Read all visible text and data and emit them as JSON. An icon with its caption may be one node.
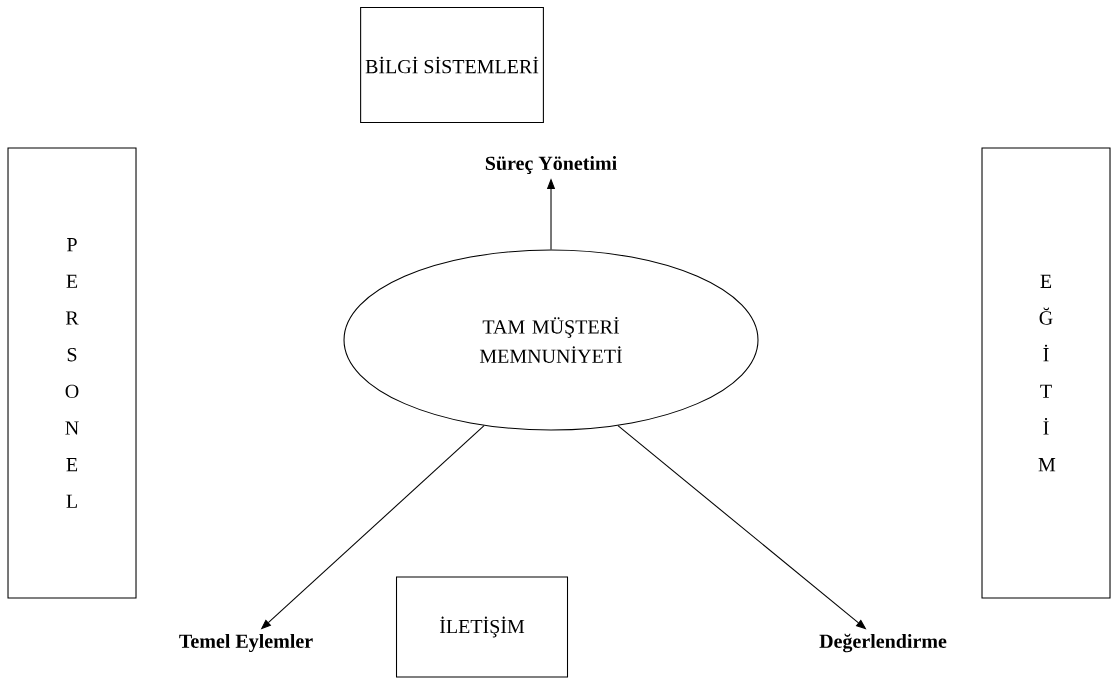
{
  "diagram": {
    "nodes": [
      {
        "text": [
          "BİLGİ SİSTEMLERİ"
        ]
      },
      {
        "text": [
          "P E R S O N E L"
        ]
      },
      {
        "text": [
          "E Ğ İ T İ M"
        ]
      },
      {
        "text": [
          "TAM MÜŞTERİ MEMNUNİYETİ"
        ]
      },
      {
        "text": [
          "Süreç Yönetimi"
        ]
      },
      {
        "text": [
          "Temel Eylemler"
        ]
      },
      {
        "text": [
          "İLETİŞİM"
        ]
      },
      {
        "text": [
          "Değerlendirme"
        ]
      }
    ],
    "edges": [
      {
        "from": 3,
        "to": 4,
        "arrow": "to"
      },
      {
        "from": 3,
        "to": 5,
        "arrow": "to"
      },
      {
        "from": 3,
        "to": 7,
        "arrow": "to"
      }
    ]
  }
}
